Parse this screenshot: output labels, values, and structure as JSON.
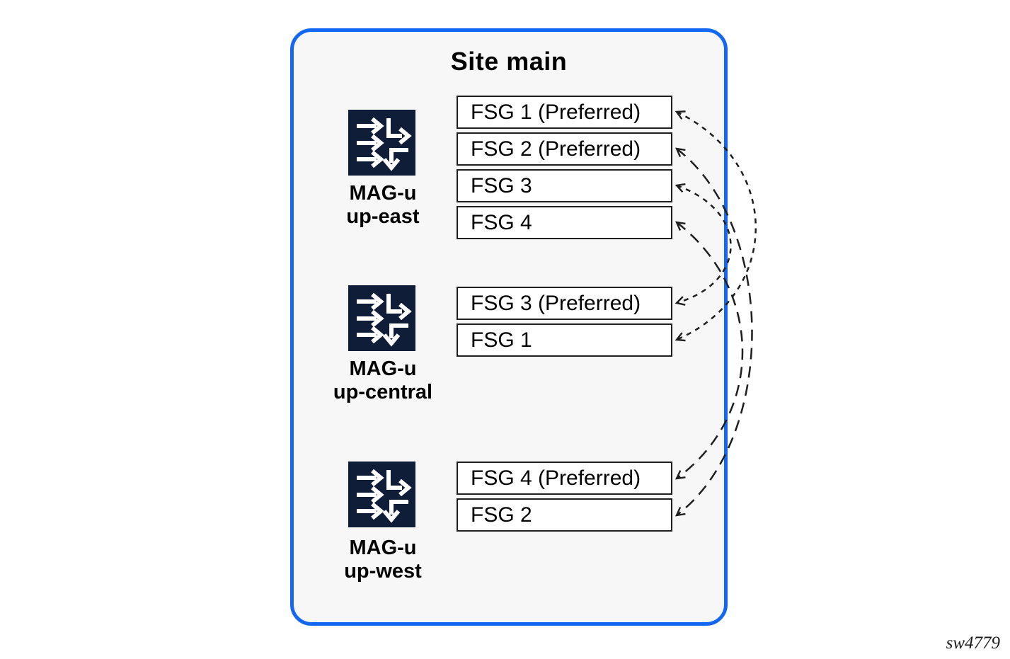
{
  "diagram": {
    "title": "Site main",
    "watermark": "sw4779",
    "colors": {
      "container_border": "#1467f2",
      "container_fill": "#f7f7f7",
      "node_icon_fill": "#101d38",
      "node_icon_glyph": "#ffffff",
      "fsg_box_border": "#1f1f1f",
      "fsg_box_fill": "#ffffff",
      "arrow": "#1f1f1f",
      "text": "#000000"
    },
    "nodes": [
      {
        "id": "up-east",
        "icon": "switch-icon",
        "label_line1": "MAG-u",
        "label_line2": "up-east",
        "fsgs": [
          "FSG 1 (Preferred)",
          "FSG 2 (Preferred)",
          "FSG 3",
          "FSG 4"
        ]
      },
      {
        "id": "up-central",
        "icon": "switch-icon",
        "label_line1": "MAG-u",
        "label_line2": "up-central",
        "fsgs": [
          "FSG 3 (Preferred)",
          "FSG 1"
        ]
      },
      {
        "id": "up-west",
        "icon": "switch-icon",
        "label_line1": "MAG-u",
        "label_line2": "up-west",
        "fsgs": [
          "FSG 4 (Preferred)",
          "FSG 2"
        ]
      }
    ],
    "connections": [
      {
        "from": "up-east:FSG 1 (Preferred)",
        "to": "up-central:FSG 1",
        "style": "short-dash",
        "arrowheads": "both"
      },
      {
        "from": "up-east:FSG 2 (Preferred)",
        "to": "up-west:FSG 2",
        "style": "long-dash",
        "arrowheads": "both"
      },
      {
        "from": "up-east:FSG 3",
        "to": "up-central:FSG 3 (Preferred)",
        "style": "short-dash",
        "arrowheads": "both"
      },
      {
        "from": "up-east:FSG 4",
        "to": "up-west:FSG 4 (Preferred)",
        "style": "long-dash",
        "arrowheads": "both"
      }
    ]
  }
}
